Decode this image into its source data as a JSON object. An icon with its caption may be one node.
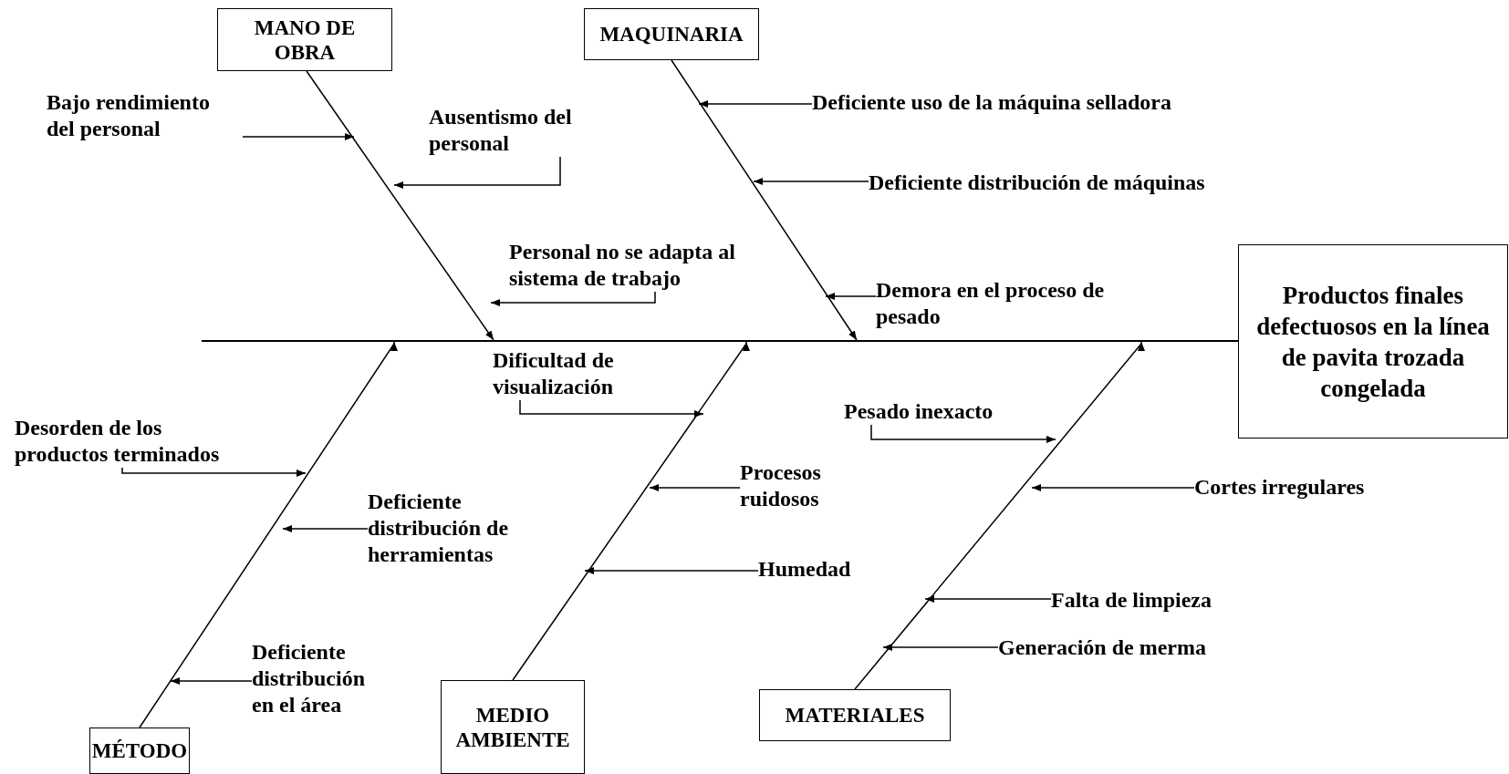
{
  "diagram": {
    "nodes": [
      {
        "text": [
          "MANO DE OBRA"
        ]
      },
      {
        "text": [
          "Bajo rendimiento del personal"
        ]
      },
      {
        "text": [
          "Ausentismo del personal"
        ]
      },
      {
        "text": [
          "Personal  no se adapta al sistema de trabajo"
        ]
      },
      {
        "text": [
          "MAQUINARIA"
        ]
      },
      {
        "text": [
          "Deficiente uso de la máquina selladora"
        ]
      },
      {
        "text": [
          "Deficiente distribución de máquinas"
        ]
      },
      {
        "text": [
          "Demora en el proceso de pesado"
        ]
      },
      {
        "text": [
          "Productos finales defectuosos en la línea de pavita trozada congelada"
        ]
      },
      {
        "text": [
          "Dificultad de visualización"
        ]
      },
      {
        "text": [
          "Desorden de los productos terminados"
        ]
      },
      {
        "text": [
          "Deficiente distribución de herramientas"
        ]
      },
      {
        "text": [
          "Deficiente distribución en el área"
        ]
      },
      {
        "text": [
          "MÉTODO"
        ]
      },
      {
        "text": [
          "Procesos ruidosos"
        ]
      },
      {
        "text": [
          "Humedad"
        ]
      },
      {
        "text": [
          "MEDIO AMBIENTE"
        ]
      },
      {
        "text": [
          "Pesado inexacto"
        ]
      },
      {
        "text": [
          "Cortes irregulares"
        ]
      },
      {
        "text": [
          "Falta de limpieza"
        ]
      },
      {
        "text": [
          "Generación de merma"
        ]
      },
      {
        "text": [
          "MATERIALES"
        ]
      },
      {
        "text": [],
        "shape": "bar"
      }
    ],
    "edges": [
      {
        "from": 0,
        "to": 22,
        "arrow": "to"
      },
      {
        "from": 4,
        "to": 22,
        "arrow": "to"
      },
      {
        "from": 13,
        "to": 22,
        "arrow": "to"
      },
      {
        "from": 16,
        "to": 22,
        "arrow": "to"
      },
      {
        "from": 21,
        "to": 22,
        "arrow": "to"
      },
      {
        "from": 1,
        "to": null,
        "arrow": "to"
      },
      {
        "from": 2,
        "to": null,
        "arrow": "to"
      },
      {
        "from": 3,
        "to": null,
        "arrow": "to"
      },
      {
        "from": 5,
        "to": null,
        "arrow": "to"
      },
      {
        "from": 6,
        "to": null,
        "arrow": "to"
      },
      {
        "from": 7,
        "to": null,
        "arrow": "to"
      },
      {
        "from": 9,
        "to": null,
        "arrow": "to"
      },
      {
        "from": 10,
        "to": null,
        "arrow": "to"
      },
      {
        "from": 11,
        "to": null,
        "arrow": "to"
      },
      {
        "from": 12,
        "to": null,
        "arrow": "to"
      },
      {
        "from": 14,
        "to": null,
        "arrow": "to"
      },
      {
        "from": 15,
        "to": null,
        "arrow": "to"
      },
      {
        "from": 17,
        "to": null,
        "arrow": "to"
      },
      {
        "from": 18,
        "to": null,
        "arrow": "to"
      },
      {
        "from": 19,
        "to": null,
        "arrow": "to"
      },
      {
        "from": 20,
        "to": null,
        "arrow": "to"
      }
    ]
  }
}
